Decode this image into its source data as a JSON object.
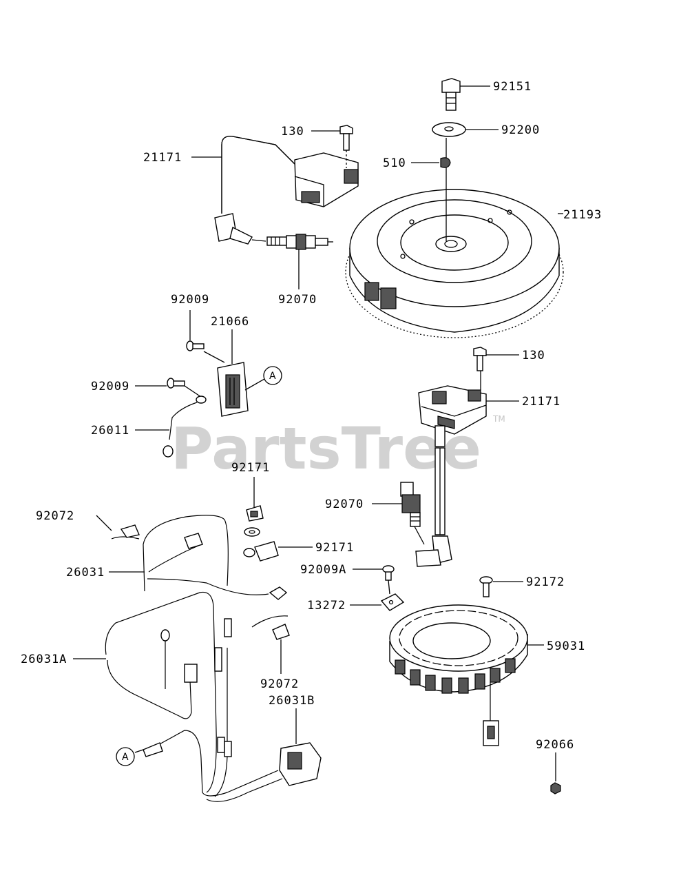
{
  "watermark": {
    "text": "PartsTree",
    "tm": "TM"
  },
  "reference_marker": "A",
  "labels": {
    "l92151": "92151",
    "l92200": "92200",
    "l130a": "130",
    "l510": "510",
    "l21171a": "21171",
    "l21193": "21193",
    "l92070a": "92070",
    "l92009a": "92009",
    "l21066": "21066",
    "l92009b": "92009",
    "l26011": "26011",
    "l130b": "130",
    "l21171b": "21171",
    "l92171a": "92171",
    "l92070b": "92070",
    "l92072a": "92072",
    "l26031": "26031",
    "l92171b": "92171",
    "l92009A": "92009A",
    "l92172": "92172",
    "l13272": "13272",
    "l59031": "59031",
    "l26031A": "26031A",
    "l92072b": "92072",
    "l26031B": "26031B",
    "l92066": "92066"
  }
}
